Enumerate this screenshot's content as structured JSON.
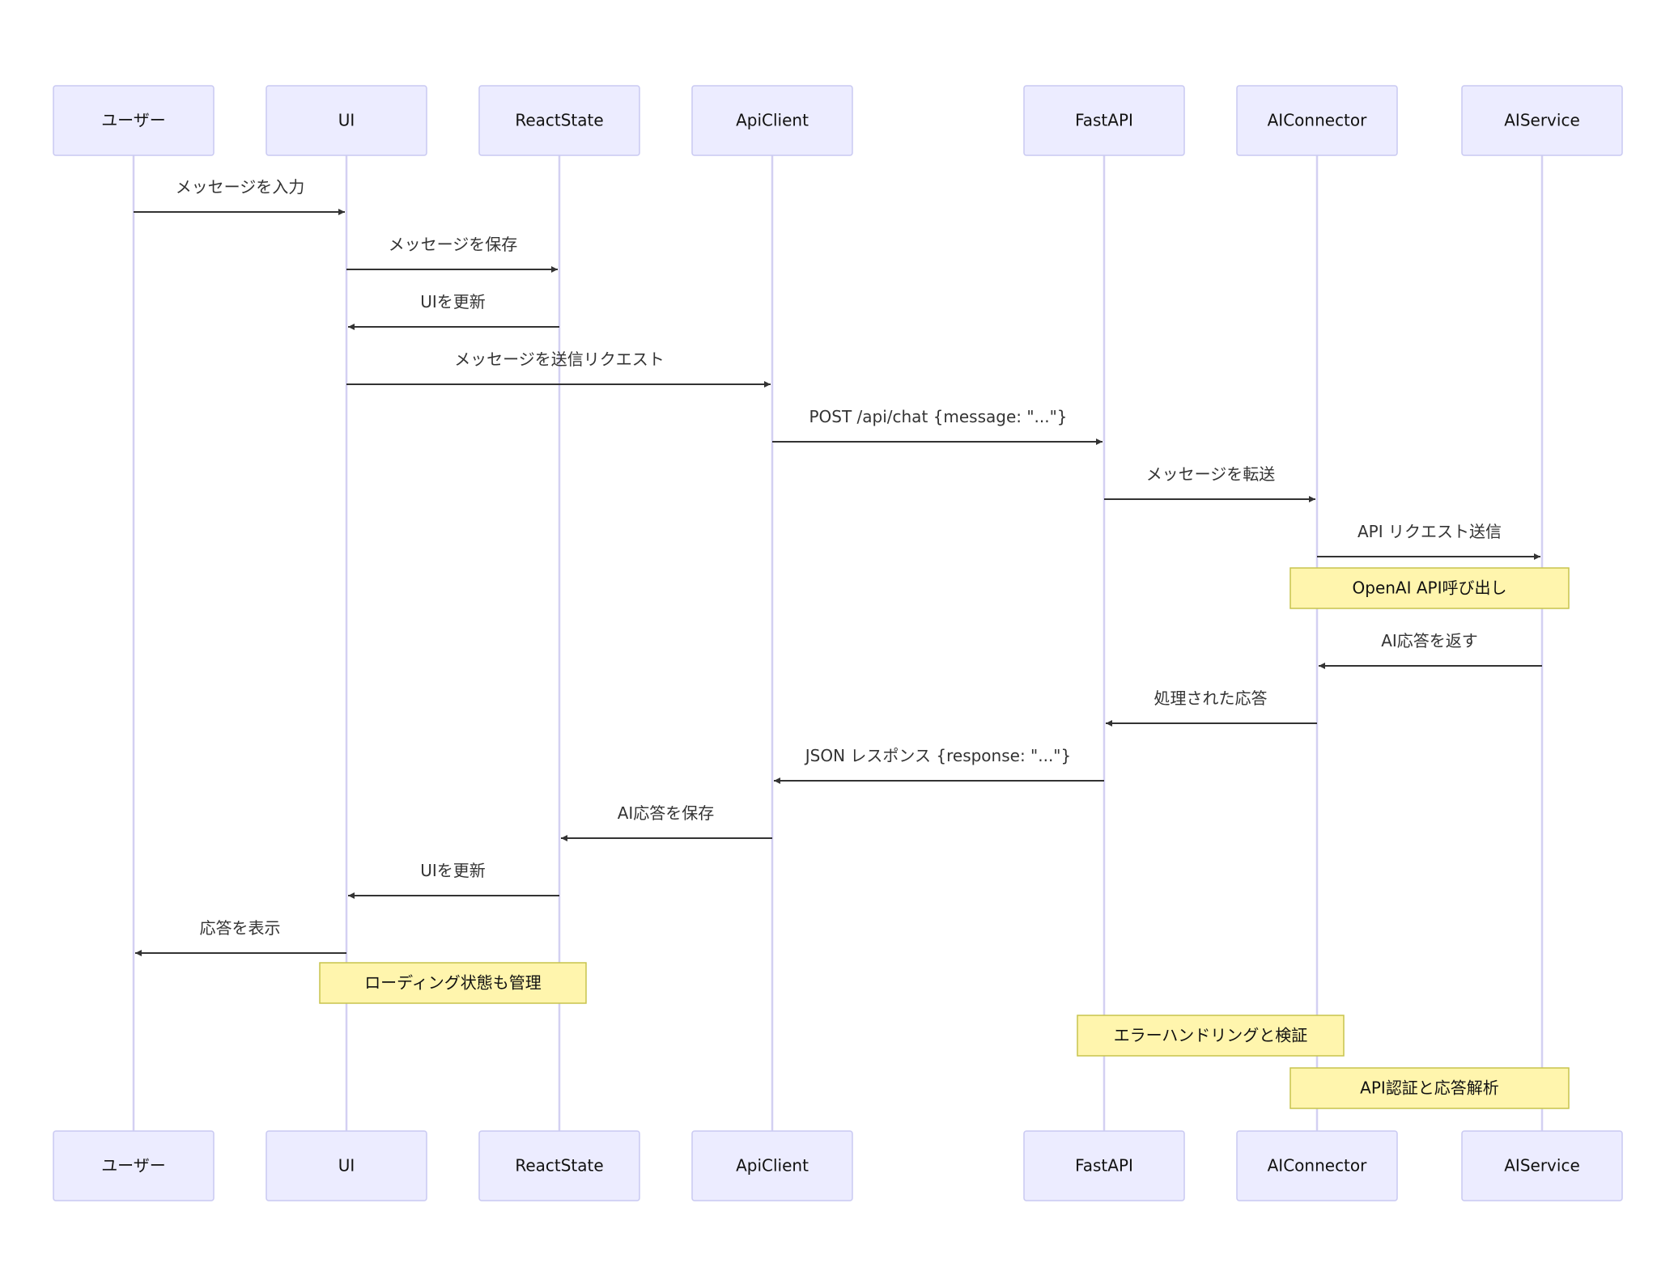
{
  "colors": {
    "actor_fill": "#ececff",
    "actor_stroke": "#c9c9f2",
    "lifeline": "#d3d0f2",
    "message": "#333333",
    "note_fill": "#fff5ad",
    "note_stroke": "#c7c44d"
  },
  "actors": [
    {
      "id": "user",
      "label": "ユーザー"
    },
    {
      "id": "ui",
      "label": "UI"
    },
    {
      "id": "state",
      "label": "ReactState"
    },
    {
      "id": "api",
      "label": "ApiClient"
    },
    {
      "id": "fastapi",
      "label": "FastAPI"
    },
    {
      "id": "connector",
      "label": "AIConnector"
    },
    {
      "id": "service",
      "label": "AIService"
    }
  ],
  "messages": [
    {
      "from": "user",
      "to": "ui",
      "label": "メッセージを入力"
    },
    {
      "from": "ui",
      "to": "state",
      "label": "メッセージを保存"
    },
    {
      "from": "state",
      "to": "ui",
      "label": "UIを更新"
    },
    {
      "from": "ui",
      "to": "api",
      "label": "メッセージを送信リクエスト"
    },
    {
      "from": "api",
      "to": "fastapi",
      "label": "POST /api/chat {message: \"...\"}"
    },
    {
      "from": "fastapi",
      "to": "connector",
      "label": "メッセージを転送"
    },
    {
      "from": "connector",
      "to": "service",
      "label": "API リクエスト送信"
    },
    {
      "from": "service",
      "to": "connector",
      "label": "AI応答を返す"
    },
    {
      "from": "connector",
      "to": "fastapi",
      "label": "処理された応答"
    },
    {
      "from": "fastapi",
      "to": "api",
      "label": "JSON レスポンス {response: \"...\"}"
    },
    {
      "from": "api",
      "to": "state",
      "label": "AI応答を保存"
    },
    {
      "from": "state",
      "to": "ui",
      "label": "UIを更新"
    },
    {
      "from": "ui",
      "to": "user",
      "label": "応答を表示"
    }
  ],
  "notes": [
    {
      "over": [
        "connector",
        "service"
      ],
      "after_message": 6,
      "label": "OpenAI API呼び出し"
    },
    {
      "over": [
        "ui",
        "state"
      ],
      "after_message": 12,
      "label": "ローディング状態も管理"
    },
    {
      "over": [
        "fastapi",
        "connector"
      ],
      "after_message": 12,
      "label": "エラーハンドリングと検証"
    },
    {
      "over": [
        "connector",
        "service"
      ],
      "after_message": 12,
      "label": "API認証と応答解析"
    }
  ]
}
